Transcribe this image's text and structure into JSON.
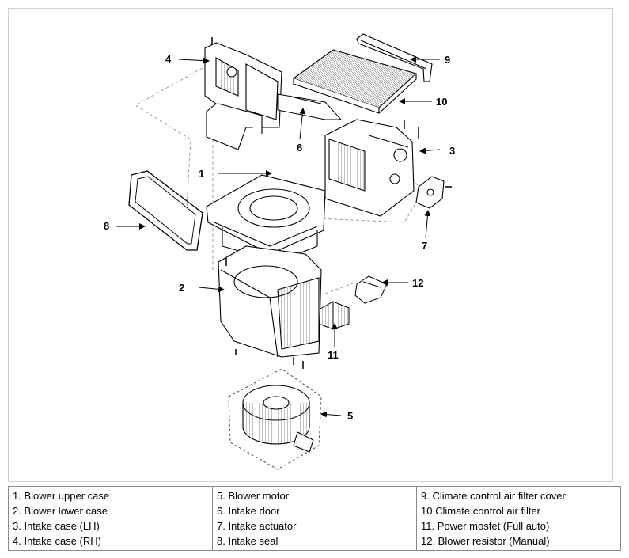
{
  "diagram": {
    "callouts": [
      {
        "id": "c1",
        "text": "1"
      },
      {
        "id": "c2",
        "text": "2"
      },
      {
        "id": "c3",
        "text": "3"
      },
      {
        "id": "c4",
        "text": "4"
      },
      {
        "id": "c5",
        "text": "5"
      },
      {
        "id": "c6",
        "text": "6"
      },
      {
        "id": "c7",
        "text": "7"
      },
      {
        "id": "c8",
        "text": "8"
      },
      {
        "id": "c9",
        "text": "9"
      },
      {
        "id": "c10",
        "text": "10"
      },
      {
        "id": "c11",
        "text": "11"
      },
      {
        "id": "c12",
        "text": "12"
      }
    ]
  },
  "legend": {
    "columns": [
      [
        "1. Blower upper case",
        "2. Blower lower case",
        "3. Intake case (LH)",
        "4. Intake case (RH)"
      ],
      [
        "5. Blower motor",
        "6. Intake door",
        "7. Intake actuator",
        "8. Intake seal"
      ],
      [
        "9. Climate control air filter cover",
        "10 Climate control air filter",
        "11. Power mosfet (Full auto)",
        "12. Blower resistor (Manual)"
      ]
    ]
  }
}
